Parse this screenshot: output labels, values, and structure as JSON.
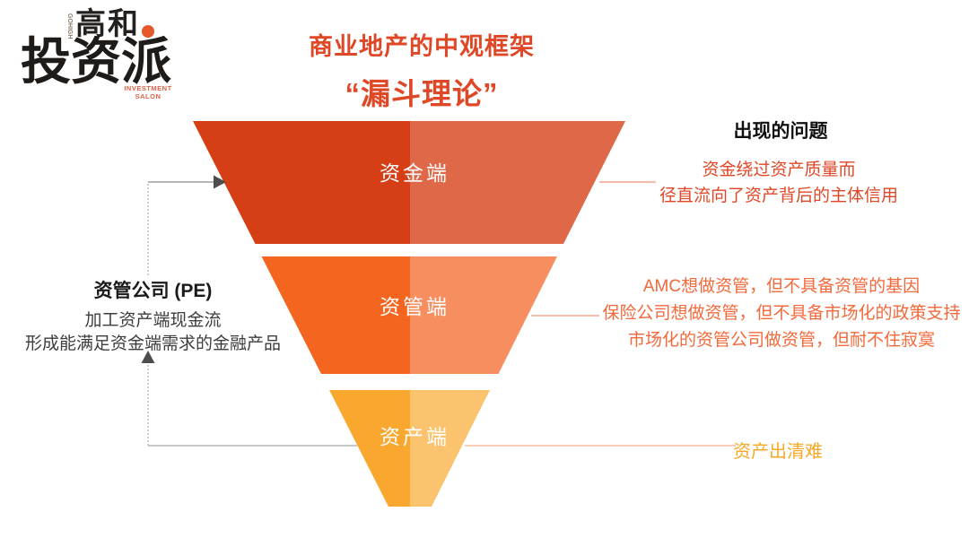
{
  "logo": {
    "vertical_text": "GOHIGH",
    "brand_cn": "高和",
    "brand_main": "投资派",
    "subtitle_line1": "INVESTMENT",
    "subtitle_line2": "SALON",
    "dot_color": "#e4582c"
  },
  "title": {
    "line1": "商业地产的中观框架",
    "line2": "“漏斗理论”",
    "color": "#df4827"
  },
  "funnel": {
    "label_color": "#ffffff",
    "segments": [
      {
        "label": "资金端",
        "color_left": "#d63e16",
        "color_right": "#df6848"
      },
      {
        "label": "资管端",
        "color_left": "#f4661f",
        "color_right": "#f68e60"
      },
      {
        "label": "资产端",
        "color_left": "#f9a72e",
        "color_right": "#fbc36d"
      }
    ]
  },
  "left_annotation": {
    "title": "资管公司 (PE)",
    "line1": "加工资产端现金流",
    "line2": "形成能满足资金端需求的金融产品"
  },
  "right_panel": {
    "heading": "出现的问题",
    "issue_capital": {
      "color": "#df4827",
      "lines": [
        "资金绕过资产质量而",
        "径直流向了资产背后的主体信用"
      ]
    },
    "issue_mgmt": {
      "color": "#f2693b",
      "lines": [
        "AMC想做资管，但不具备资管的基因",
        "保险公司想做资管，但不具备市场化的政策支持",
        "市场化的资管公司做资管，但耐不住寂寞"
      ]
    },
    "issue_asset": {
      "color": "#f9a826",
      "text": "资产出清难"
    }
  }
}
